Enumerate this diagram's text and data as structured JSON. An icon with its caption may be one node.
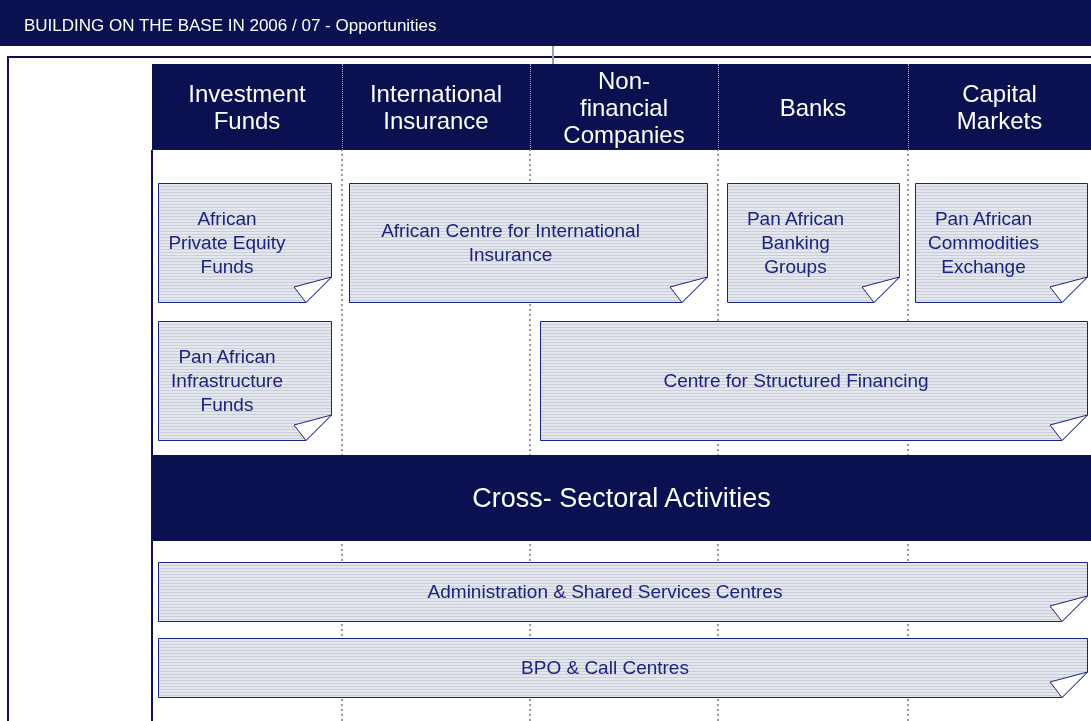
{
  "diagram": {
    "title": "BUILDING ON THE BASE IN 2006 / 07 - Opportunities",
    "nodes": [
      {
        "text": [
          "Investment Funds"
        ]
      },
      {
        "text": [
          "International Insurance"
        ]
      },
      {
        "text": [
          "Non-financial Companies"
        ]
      },
      {
        "text": [
          "Banks"
        ]
      },
      {
        "text": [
          "Capital Markets"
        ]
      },
      {
        "text": [
          "African Private Equity Funds"
        ]
      },
      {
        "text": [
          "African Centre for International Insurance"
        ]
      },
      {
        "text": [
          "Pan African Banking Groups"
        ]
      },
      {
        "text": [
          "Pan African Commodities Exchange"
        ]
      },
      {
        "text": [
          "Pan African Infrastructure Funds"
        ]
      },
      {
        "text": [
          "Centre for Structured Financing"
        ]
      },
      {
        "text": [
          "Cross- Sectoral Activities"
        ]
      },
      {
        "text": [
          "Administration & Shared Services Centres"
        ]
      },
      {
        "text": [
          "BPO & Call Centres"
        ]
      }
    ]
  }
}
